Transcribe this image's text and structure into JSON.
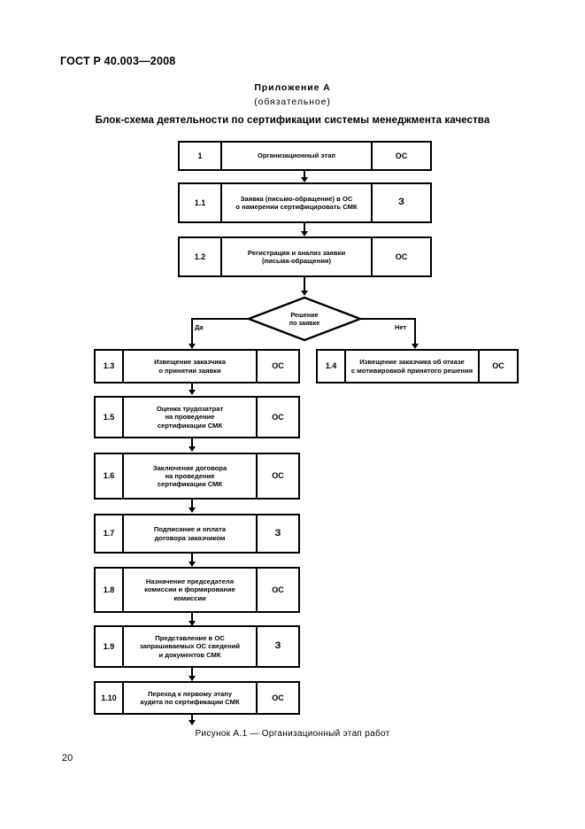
{
  "document": {
    "standard_header": "ГОСТ Р 40.003—2008",
    "page_number": "20"
  },
  "annex": {
    "label": "Приложение А",
    "sub": "(обязательное)",
    "title": "Блок-схема деятельности по сертификации системы менеджмента качества",
    "figure_caption": "Рисунок А.1 — Организационный этап работ"
  },
  "chart_data": {
    "type": "diagram",
    "title": "Блок-схема деятельности по сертификации системы менеджмента качества",
    "caption": "Рисунок А.1 — Организационный этап работ",
    "legend_actors": [
      "ОС",
      "З"
    ],
    "nodes": [
      {
        "id": "1",
        "number": "1",
        "text_lines": [
          "Организационный этап"
        ],
        "actor": "ОС"
      },
      {
        "id": "1.1",
        "number": "1.1",
        "text_lines": [
          "Заявка (письмо-обращение) в ОС",
          "о намерении сертифицировать СМК"
        ],
        "actor": "З"
      },
      {
        "id": "1.2",
        "number": "1.2",
        "text_lines": [
          "Регистрация и анализ заявки",
          "(письма-обращения)"
        ],
        "actor": "ОС"
      },
      {
        "id": "decision",
        "number": "",
        "text_lines": [
          "Решение",
          "по заявке"
        ],
        "actor": "",
        "shape": "diamond",
        "branches": [
          "Да",
          "Нет"
        ]
      },
      {
        "id": "1.3",
        "number": "1.3",
        "text_lines": [
          "Извещение заказчика",
          "о принятии заявки"
        ],
        "actor": "ОС"
      },
      {
        "id": "1.4",
        "number": "1.4",
        "text_lines": [
          "Извещение заказчика об отказе",
          "с мотивировкой принятого решения"
        ],
        "actor": "ОС"
      },
      {
        "id": "1.5",
        "number": "1.5",
        "text_lines": [
          "Оценка трудозатрат",
          "на проведение",
          "сертификации СМК"
        ],
        "actor": "ОС"
      },
      {
        "id": "1.6",
        "number": "1.6",
        "text_lines": [
          "Заключение договора",
          "на проведение",
          "сертификации СМК"
        ],
        "actor": "ОС"
      },
      {
        "id": "1.7",
        "number": "1.7",
        "text_lines": [
          "Подписание и оплата",
          "договора заказчиком"
        ],
        "actor": "З"
      },
      {
        "id": "1.8",
        "number": "1.8",
        "text_lines": [
          "Назначение председателя",
          "комиссии и формирование",
          "комиссии"
        ],
        "actor": "ОС"
      },
      {
        "id": "1.9",
        "number": "1.9",
        "text_lines": [
          "Представление в ОС",
          "запрашиваемых ОС сведений",
          "и документов СМК"
        ],
        "actor": "З"
      },
      {
        "id": "1.10",
        "number": "1.10",
        "text_lines": [
          "Переход к первому этапу",
          "аудита по сертификации СМК"
        ],
        "actor": "ОС"
      }
    ],
    "branch_yes": "Да",
    "branch_no": "Нет"
  },
  "nodes": {
    "n1": {
      "num": "1",
      "l1": "Организационный этап",
      "l2": "",
      "l3": "",
      "actor": "ОС"
    },
    "n1_1": {
      "num": "1.1",
      "l1": "Заявка (письмо-обращение) в ОС",
      "l2": "о намерении сертифицировать СМК",
      "l3": "",
      "actor": "З"
    },
    "n1_2": {
      "num": "1.2",
      "l1": "Регистрация и анализ заявки",
      "l2": "(письма-обращения)",
      "l3": "",
      "actor": "ОС"
    },
    "dec": {
      "l1": "Решение",
      "l2": "по заявке",
      "yes": "Да",
      "no": "Нет"
    },
    "n1_3": {
      "num": "1.3",
      "l1": "Извещение заказчика",
      "l2": "о принятии заявки",
      "l3": "",
      "actor": "ОС"
    },
    "n1_4": {
      "num": "1.4",
      "l1": "Извещение заказчика об отказе",
      "l2": "с мотивировкой принятого решения",
      "l3": "",
      "actor": "ОС"
    },
    "n1_5": {
      "num": "1.5",
      "l1": "Оценка трудозатрат",
      "l2": "на проведение",
      "l3": "сертификации СМК",
      "actor": "ОС"
    },
    "n1_6": {
      "num": "1.6",
      "l1": "Заключение договора",
      "l2": "на проведение",
      "l3": "сертификации СМК",
      "actor": "ОС"
    },
    "n1_7": {
      "num": "1.7",
      "l1": "Подписание и оплата",
      "l2": "договора заказчиком",
      "l3": "",
      "actor": "З"
    },
    "n1_8": {
      "num": "1.8",
      "l1": "Назначение председателя",
      "l2": "комиссии и формирование",
      "l3": "комиссии",
      "actor": "ОС"
    },
    "n1_9": {
      "num": "1.9",
      "l1": "Представление в ОС",
      "l2": "запрашиваемых ОС сведений",
      "l3": "и документов СМК",
      "actor": "З"
    },
    "n1_10": {
      "num": "1.10",
      "l1": "Переход к первому этапу",
      "l2": "аудита по сертификации СМК",
      "l3": "",
      "actor": "ОС"
    }
  }
}
